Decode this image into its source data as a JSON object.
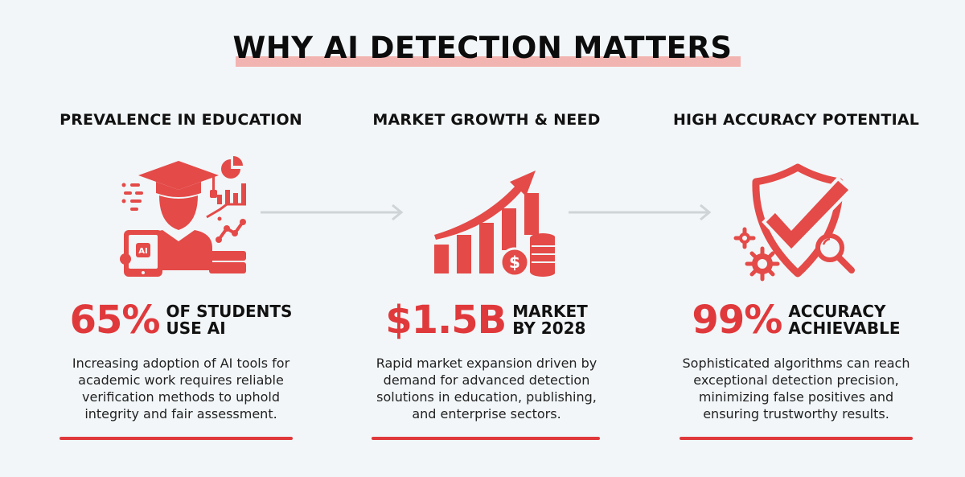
{
  "title": "WHY AI DETECTION MATTERS",
  "colors": {
    "accent": "#e0393c",
    "title_highlight": "#f2b4b0",
    "background": "#f2f6f8",
    "arrow": "#cfd4d7"
  },
  "columns": [
    {
      "heading": "PREVALENCE IN EDUCATION",
      "icon": "graduate-student-ai-tablet-icon",
      "stat_value": "65%",
      "stat_label_line1": "OF STUDENTS",
      "stat_label_line2": "USE AI",
      "description_lines": [
        "Increasing adoption of AI tools for",
        "academic work requires reliable",
        "verification methods to uphold",
        "integrity and fair assessment."
      ]
    },
    {
      "heading": "MARKET GROWTH & NEED",
      "icon": "growth-chart-coins-icon",
      "stat_value": "$1.5B",
      "stat_label_line1": "MARKET",
      "stat_label_line2": "BY 2028",
      "description_lines": [
        "Rapid market expansion driven by",
        "demand for advanced detection",
        "solutions in education, publishing,",
        "and enterprise sectors."
      ]
    },
    {
      "heading": "HIGH ACCURACY POTENTIAL",
      "icon": "shield-check-magnifier-icon",
      "stat_value": "99%",
      "stat_label_line1": "ACCURACY",
      "stat_label_line2": "ACHIEVABLE",
      "description_lines": [
        "Sophisticated algorithms can reach",
        "exceptional detection precision,",
        "minimizing false positives and",
        "ensuring trustworthy results."
      ]
    }
  ]
}
